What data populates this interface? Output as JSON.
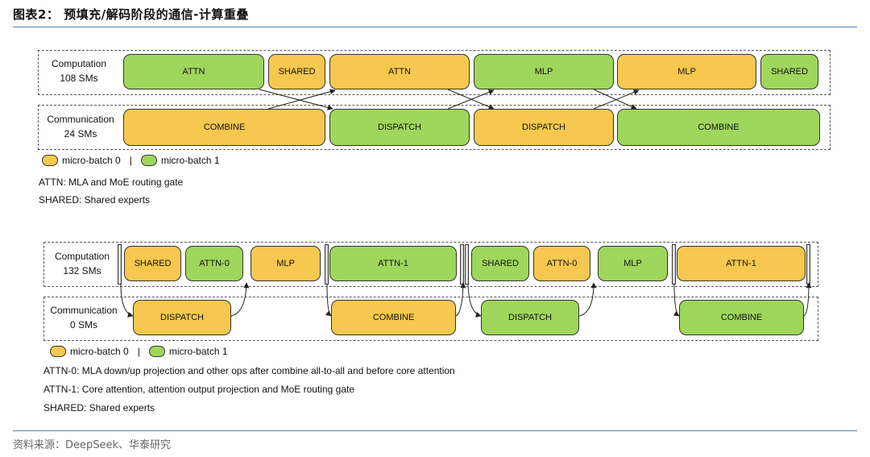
{
  "title": "图表2： 预填充/解码阶段的通信-计算重叠",
  "source": "资料来源：DeepSeek、华泰研究",
  "colors": {
    "micro_batch_0": "#f6c84f",
    "micro_batch_1": "#9fd65c",
    "rule": "#5a7fb2"
  },
  "prefill": {
    "computation_label": "Computation",
    "computation_sms": "108 SMs",
    "communication_label": "Communication",
    "communication_sms": "24 SMs",
    "computation_blocks": [
      {
        "label": "ATTN",
        "batch": 1
      },
      {
        "label": "SHARED",
        "batch": 0
      },
      {
        "label": "ATTN",
        "batch": 0
      },
      {
        "label": "MLP",
        "batch": 1
      },
      {
        "label": "MLP",
        "batch": 0
      },
      {
        "label": "SHARED",
        "batch": 1
      }
    ],
    "communication_blocks": [
      {
        "label": "COMBINE",
        "batch": 0
      },
      {
        "label": "DISPATCH",
        "batch": 1
      },
      {
        "label": "DISPATCH",
        "batch": 0
      },
      {
        "label": "COMBINE",
        "batch": 1
      }
    ],
    "legend": {
      "mb0": "micro-batch 0",
      "separator": "|",
      "mb1": "micro-batch 1"
    },
    "notes": [
      "ATTN: MLA and MoE routing gate",
      "SHARED: Shared experts"
    ]
  },
  "decode": {
    "computation_label": "Computation",
    "computation_sms": "132 SMs",
    "communication_label": "Communication",
    "communication_sms": "0 SMs",
    "computation_blocks": [
      {
        "label": "SHARED",
        "batch": 0
      },
      {
        "label": "ATTN-0",
        "batch": 1
      },
      {
        "label": "MLP",
        "batch": 0
      },
      {
        "label": "ATTN-1",
        "batch": 1
      },
      {
        "label": "SHARED",
        "batch": 1
      },
      {
        "label": "ATTN-0",
        "batch": 0
      },
      {
        "label": "MLP",
        "batch": 1
      },
      {
        "label": "ATTN-1",
        "batch": 0
      }
    ],
    "communication_blocks": [
      {
        "label": "DISPATCH",
        "batch": 0
      },
      {
        "label": "COMBINE",
        "batch": 0
      },
      {
        "label": "DISPATCH",
        "batch": 1
      },
      {
        "label": "COMBINE",
        "batch": 1
      }
    ],
    "legend": {
      "mb0": "micro-batch 0",
      "separator": "|",
      "mb1": "micro-batch 1"
    },
    "notes": [
      "ATTN-0: MLA down/up projection and other ops after combine all-to-all and before core attention",
      "ATTN-1: Core attention, attention output projection and MoE routing gate",
      "SHARED: Shared experts"
    ]
  }
}
